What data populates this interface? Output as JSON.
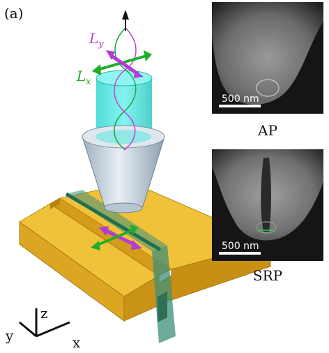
{
  "panel_label": "(a)",
  "beam_labels": {
    "ly": "L",
    "ly_sub": "y",
    "lx": "L",
    "lx_sub": "x"
  },
  "axes": {
    "x": "x",
    "y": "y",
    "z": "z"
  },
  "insets": [
    {
      "caption": "AP",
      "scale_bar": "500 nm"
    },
    {
      "caption": "SRP",
      "scale_bar": "500 nm"
    }
  ],
  "colors": {
    "lx_arrow": "#1fae2a",
    "ly_arrow": "#b23cd6",
    "beam": "#3fe6de",
    "probe": "#c7d3de",
    "substrate": "#e8b52a",
    "plane": "#3e8f7a"
  }
}
